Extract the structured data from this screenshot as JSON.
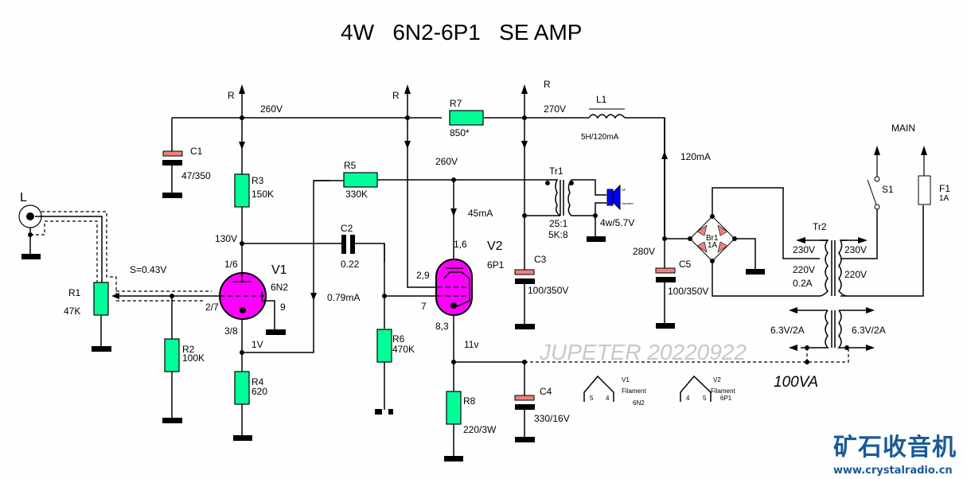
{
  "title": "4W   6N2-6P1   SE AMP",
  "watermark": "JUPETER 20220922",
  "power_rating": "100VA",
  "logo": {
    "text": "矿石收音机",
    "url": "www.crystalradio.cn"
  },
  "colors": {
    "resistor": "#00ff99",
    "tube": "#ff00ff",
    "cap_positive": "#f08080",
    "speaker": "#0000ff",
    "watermark": "#c8c8c8",
    "logo": "#1a5a96"
  },
  "input": {
    "label": "L",
    "signal": "S=0.43V"
  },
  "rails": {
    "r_label": "R",
    "v260_top": "260V",
    "v270": "270V",
    "v260_mid": "260V",
    "v280": "280V",
    "v130": "130V",
    "v1": "1V",
    "v11": "11v",
    "i45": "45mA",
    "i079": "0.79mA",
    "i120": "120mA"
  },
  "components": {
    "R1": {
      "name": "R1",
      "value": "47K"
    },
    "R2": {
      "name": "R2",
      "value": "100K"
    },
    "R3": {
      "name": "R3",
      "value": "150K"
    },
    "R4": {
      "name": "R4",
      "value": "620"
    },
    "R5": {
      "name": "R5",
      "value": "330K"
    },
    "R6": {
      "name": "R6",
      "value": "470K"
    },
    "R7": {
      "name": "R7",
      "value": "850*"
    },
    "R8": {
      "name": "R8",
      "value": "220/3W"
    },
    "C1": {
      "name": "C1",
      "value": "47/350"
    },
    "C2": {
      "name": "C2",
      "value": "0.22"
    },
    "C3": {
      "name": "C3",
      "value": "100/350V"
    },
    "C4": {
      "name": "C4",
      "value": "330/16V"
    },
    "C5": {
      "name": "C5",
      "value": "100/350V"
    },
    "L1": {
      "name": "L1",
      "value": "5H/120mA"
    },
    "V1": {
      "name": "V1",
      "type": "6N2",
      "pin_anode": "1/6",
      "pin_grid": "2/7",
      "pin_cathode": "3/8",
      "pin_shield": "9"
    },
    "V2": {
      "name": "V2",
      "type": "6P1",
      "pin_anode": "1,6",
      "pin_g2": "2,9",
      "pin_g1": "7",
      "pin_cathode": "8,3"
    },
    "Tr1": {
      "name": "Tr1",
      "ratio": "25:1",
      "impedance": "5K:8"
    },
    "SP": {
      "label_sp": "SP",
      "label_speaker": "Speaker",
      "rating": "4w/5.7V"
    },
    "Br1": {
      "name": "Br1",
      "value": "1A"
    },
    "Tr2": {
      "name": "Tr2",
      "pri_tap1": "230V",
      "pri_tap2": "220V",
      "sec_hv": "230V",
      "sec_hv2": "220V",
      "sec_current": "0.2A",
      "fil_left": "6.3V/2A",
      "fil_right": "6.3V/2A"
    },
    "S1": {
      "name": "S1"
    },
    "F1": {
      "name": "F1",
      "value": "1A"
    },
    "main": "MAIN"
  },
  "filaments": [
    {
      "tube": "V1",
      "label": "Filament",
      "type": "6N2",
      "pins": [
        "5",
        "4"
      ]
    },
    {
      "tube": "V2",
      "label": "Filament",
      "type": "6P1",
      "pins": [
        "4",
        "5"
      ]
    }
  ]
}
